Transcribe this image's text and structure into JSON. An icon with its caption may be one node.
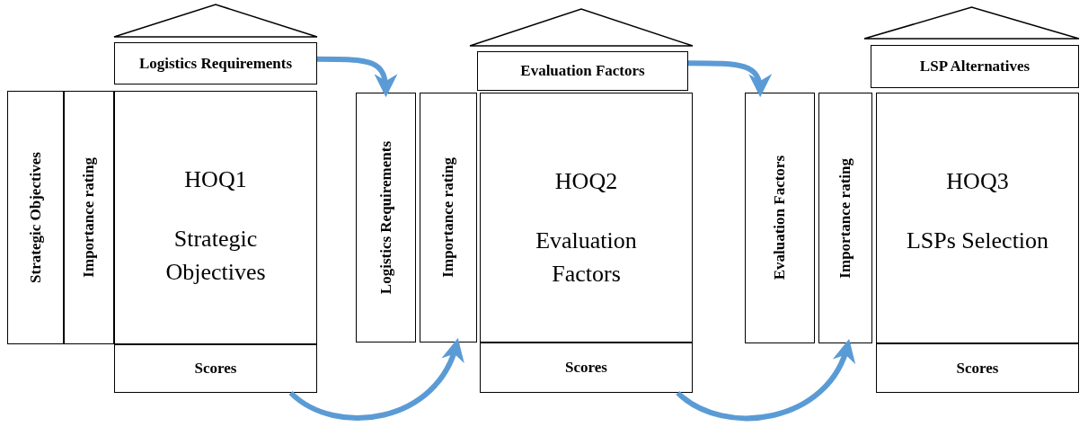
{
  "diagram": {
    "nodes": [
      {
        "text": [],
        "shape": "triangle"
      },
      {
        "text": [
          "Logistics Requirements"
        ]
      },
      {
        "text": [
          "Strategic Objectives"
        ]
      },
      {
        "text": [
          "Importance rating"
        ]
      },
      {
        "text": [
          "HOQ1",
          "Strategic Objectives"
        ]
      },
      {
        "text": [
          "Scores"
        ]
      },
      {
        "text": [],
        "shape": "triangle"
      },
      {
        "text": [
          "Evaluation Factors"
        ]
      },
      {
        "text": [
          "Logistics Requirements"
        ]
      },
      {
        "text": [
          "Importance rating"
        ]
      },
      {
        "text": [
          "HOQ2",
          "Evaluation Factors"
        ]
      },
      {
        "text": [
          "Scores"
        ]
      },
      {
        "text": [],
        "shape": "triangle"
      },
      {
        "text": [
          "LSP Alternatives"
        ]
      },
      {
        "text": [
          "Evaluation Factors"
        ]
      },
      {
        "text": [
          "Importance rating"
        ]
      },
      {
        "text": [
          "HOQ3",
          "LSPs Selection"
        ]
      },
      {
        "text": [
          "Scores"
        ]
      }
    ],
    "edges": [
      {
        "from": 1,
        "to": 8,
        "arrow": "to"
      },
      {
        "from": 5,
        "to": 9,
        "arrow": "to"
      },
      {
        "from": 7,
        "to": 14,
        "arrow": "to"
      },
      {
        "from": 11,
        "to": 15,
        "arrow": "to"
      }
    ]
  }
}
